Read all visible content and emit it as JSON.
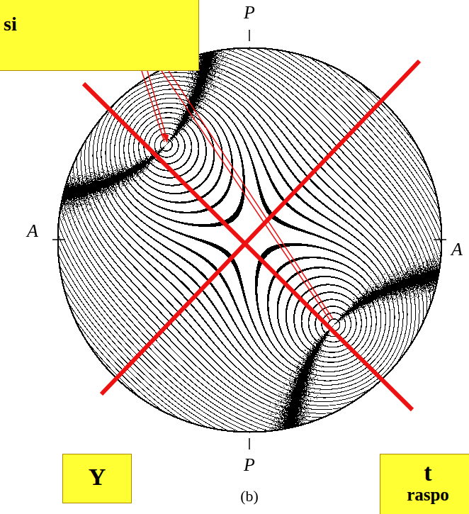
{
  "diagram": {
    "nodes": [
      {
        "text": [
          "si"
        ]
      },
      {
        "text": [
          "Y"
        ]
      },
      {
        "text": [
          "t",
          "raspo"
        ]
      }
    ],
    "labels": [
      "P",
      "A",
      "A",
      "P",
      "(b)"
    ]
  }
}
